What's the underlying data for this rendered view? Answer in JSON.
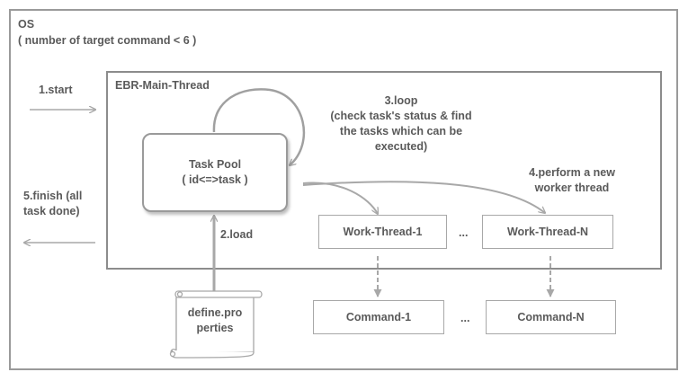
{
  "os": {
    "title": "OS",
    "subtitle": "( number of target command < 6 )"
  },
  "main_thread": {
    "title": "EBR-Main-Thread"
  },
  "steps": {
    "start": "1.start",
    "load": "2.load",
    "loop_line1": "3.loop",
    "loop_line2": "(check task's status & find",
    "loop_line3": "the tasks which can be",
    "loop_line4": "executed)",
    "perform_line1": "4.perform a new",
    "perform_line2": "worker thread",
    "finish_line1": "5.finish (all",
    "finish_line2": "task done)"
  },
  "task_pool": {
    "line1": "Task Pool",
    "line2": "( id<=>task )"
  },
  "workers": {
    "first": "Work-Thread-1",
    "ellipsis": "...",
    "last": "Work-Thread-N"
  },
  "commands": {
    "first": "Command-1",
    "ellipsis": "...",
    "last": "Command-N"
  },
  "properties_file": {
    "line1": "define.pro",
    "line2": "perties"
  },
  "colors": {
    "stroke": "#a8a8a8",
    "text": "#5a5a5a",
    "frame": "#9a9a9a"
  }
}
